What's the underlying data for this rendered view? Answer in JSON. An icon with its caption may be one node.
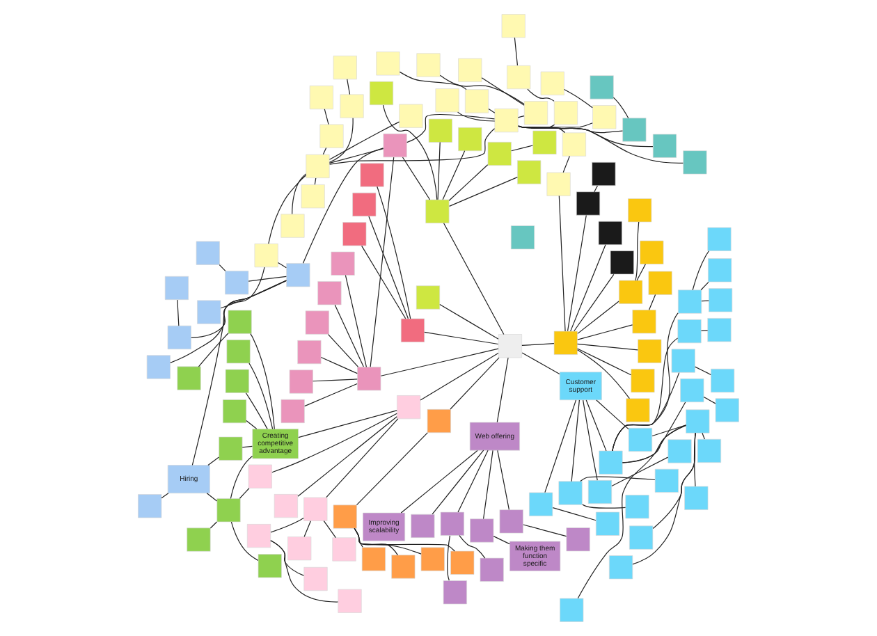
{
  "diagram": {
    "nodes": [
      {
        "text": [],
        "shape": "box"
      },
      {
        "text": [],
        "shape": "box"
      },
      {
        "text": [],
        "shape": "box"
      },
      {
        "text": [],
        "shape": "box"
      },
      {
        "text": [],
        "shape": "box"
      },
      {
        "text": [],
        "shape": "box"
      },
      {
        "text": [],
        "shape": "box"
      },
      {
        "text": [],
        "shape": "box"
      },
      {
        "text": [],
        "shape": "box"
      },
      {
        "text": [],
        "shape": "box"
      },
      {
        "text": [],
        "shape": "box"
      },
      {
        "text": [],
        "shape": "box"
      },
      {
        "text": [],
        "shape": "box"
      },
      {
        "text": [],
        "shape": "box"
      },
      {
        "text": [],
        "shape": "box"
      },
      {
        "text": [],
        "shape": "box"
      },
      {
        "text": [],
        "shape": "box"
      },
      {
        "text": [],
        "shape": "box"
      },
      {
        "text": [],
        "shape": "box"
      },
      {
        "text": [],
        "shape": "box"
      },
      {
        "text": [],
        "shape": "box"
      },
      {
        "text": [],
        "shape": "box"
      },
      {
        "text": [],
        "shape": "box"
      },
      {
        "text": [],
        "shape": "box"
      },
      {
        "text": [],
        "shape": "box"
      },
      {
        "text": [],
        "shape": "box"
      },
      {
        "text": [],
        "shape": "box"
      },
      {
        "text": [],
        "shape": "box"
      },
      {
        "text": [],
        "shape": "box"
      },
      {
        "text": [],
        "shape": "box"
      },
      {
        "text": [],
        "shape": "box"
      },
      {
        "text": [],
        "shape": "box"
      },
      {
        "text": [],
        "shape": "box"
      },
      {
        "text": [],
        "shape": "box"
      },
      {
        "text": [],
        "shape": "box"
      },
      {
        "text": [],
        "shape": "box"
      },
      {
        "text": [],
        "shape": "box"
      },
      {
        "text": [],
        "shape": "box"
      },
      {
        "text": [],
        "shape": "box"
      },
      {
        "text": [],
        "shape": "box"
      },
      {
        "text": [],
        "shape": "box"
      },
      {
        "text": [],
        "shape": "box"
      },
      {
        "text": [],
        "shape": "box"
      },
      {
        "text": [],
        "shape": "box"
      },
      {
        "text": [],
        "shape": "box"
      },
      {
        "text": [],
        "shape": "box"
      },
      {
        "text": [],
        "shape": "box"
      },
      {
        "text": [],
        "shape": "box"
      },
      {
        "text": [],
        "shape": "box"
      },
      {
        "text": [],
        "shape": "box"
      },
      {
        "text": [],
        "shape": "box"
      },
      {
        "text": [],
        "shape": "box"
      },
      {
        "text": [],
        "shape": "box"
      },
      {
        "text": [],
        "shape": "box"
      },
      {
        "text": [],
        "shape": "box"
      },
      {
        "text": [],
        "shape": "box"
      },
      {
        "text": [],
        "shape": "box"
      },
      {
        "text": [],
        "shape": "box"
      },
      {
        "text": [],
        "shape": "box"
      },
      {
        "text": [],
        "shape": "box"
      },
      {
        "text": [],
        "shape": "box"
      },
      {
        "text": [],
        "shape": "box"
      },
      {
        "text": [],
        "shape": "box"
      },
      {
        "text": [],
        "shape": "box"
      },
      {
        "text": [],
        "shape": "box"
      },
      {
        "text": [],
        "shape": "box"
      },
      {
        "text": [],
        "shape": "box"
      },
      {
        "text": [],
        "shape": "box"
      },
      {
        "text": [],
        "shape": "box"
      },
      {
        "text": [],
        "shape": "box"
      },
      {
        "text": [
          "Hiring"
        ]
      },
      {
        "text": [
          "Creating competitive advantage"
        ]
      },
      {
        "text": [],
        "shape": "box"
      },
      {
        "text": [],
        "shape": "box"
      },
      {
        "text": [],
        "shape": "box"
      },
      {
        "text": [],
        "shape": "box"
      },
      {
        "text": [],
        "shape": "box"
      },
      {
        "text": [],
        "shape": "box"
      },
      {
        "text": [],
        "shape": "box"
      },
      {
        "text": [],
        "shape": "box"
      },
      {
        "text": [],
        "shape": "box"
      },
      {
        "text": [],
        "shape": "box"
      },
      {
        "text": [],
        "shape": "box"
      },
      {
        "text": [],
        "shape": "box"
      },
      {
        "text": [],
        "shape": "box"
      },
      {
        "text": [],
        "shape": "box"
      },
      {
        "text": [],
        "shape": "box"
      },
      {
        "text": [],
        "shape": "box"
      },
      {
        "text": [],
        "shape": "box"
      },
      {
        "text": [],
        "shape": "box"
      },
      {
        "text": [],
        "shape": "box"
      },
      {
        "text": [],
        "shape": "box"
      },
      {
        "text": [],
        "shape": "box"
      },
      {
        "text": [],
        "shape": "box"
      },
      {
        "text": [],
        "shape": "box"
      },
      {
        "text": [],
        "shape": "box"
      },
      {
        "text": [
          "Web offering"
        ]
      },
      {
        "text": [
          "Improving scalability"
        ]
      },
      {
        "text": [],
        "shape": "box"
      },
      {
        "text": [],
        "shape": "box"
      },
      {
        "text": [],
        "shape": "box"
      },
      {
        "text": [],
        "shape": "box"
      },
      {
        "text": [],
        "shape": "box"
      },
      {
        "text": [],
        "shape": "box"
      },
      {
        "text": [
          "Making them function specific"
        ]
      },
      {
        "text": [],
        "shape": "box"
      },
      {
        "text": [
          "Customer support"
        ]
      },
      {
        "text": [],
        "shape": "box"
      },
      {
        "text": [],
        "shape": "box"
      },
      {
        "text": [],
        "shape": "box"
      },
      {
        "text": [],
        "shape": "box"
      },
      {
        "text": [],
        "shape": "box"
      },
      {
        "text": [],
        "shape": "box"
      },
      {
        "text": [],
        "shape": "box"
      },
      {
        "text": [],
        "shape": "box"
      },
      {
        "text": [],
        "shape": "box"
      },
      {
        "text": [],
        "shape": "box"
      },
      {
        "text": [],
        "shape": "box"
      },
      {
        "text": [],
        "shape": "box"
      },
      {
        "text": [],
        "shape": "box"
      },
      {
        "text": [],
        "shape": "box"
      },
      {
        "text": [],
        "shape": "box"
      },
      {
        "text": [],
        "shape": "box"
      },
      {
        "text": [],
        "shape": "box"
      },
      {
        "text": [],
        "shape": "box"
      },
      {
        "text": [],
        "shape": "box"
      },
      {
        "text": [],
        "shape": "box"
      },
      {
        "text": [],
        "shape": "box"
      },
      {
        "text": [],
        "shape": "box"
      },
      {
        "text": [],
        "shape": "box"
      },
      {
        "text": [],
        "shape": "box"
      },
      {
        "text": [],
        "shape": "box"
      }
    ],
    "edges": [
      {
        "from": 0,
        "to": 30,
        "arrow": "none"
      },
      {
        "from": 0,
        "to": 43,
        "arrow": "none"
      },
      {
        "from": 0,
        "to": 50,
        "arrow": "none"
      },
      {
        "from": 0,
        "to": 51,
        "arrow": "none"
      },
      {
        "from": 0,
        "to": 56,
        "arrow": "none"
      },
      {
        "from": 0,
        "to": 81,
        "arrow": "none"
      },
      {
        "from": 0,
        "to": 90,
        "arrow": "none"
      },
      {
        "from": 0,
        "to": 96,
        "arrow": "none"
      },
      {
        "from": 0,
        "to": 106,
        "arrow": "none"
      },
      {
        "from": 1,
        "to": 2,
        "arrow": "none"
      },
      {
        "from": 1,
        "to": 3,
        "arrow": "none"
      },
      {
        "from": 3,
        "to": 4,
        "arrow": "none"
      },
      {
        "from": 6,
        "to": 5,
        "arrow": "none"
      },
      {
        "from": 1,
        "to": 6,
        "arrow": "none"
      },
      {
        "from": 1,
        "to": 7,
        "arrow": "none"
      },
      {
        "from": 1,
        "to": 8,
        "arrow": "none"
      },
      {
        "from": 1,
        "to": 9,
        "arrow": "none"
      },
      {
        "from": 1,
        "to": 10,
        "arrow": "none"
      },
      {
        "from": 1,
        "to": 11,
        "arrow": "none"
      },
      {
        "from": 10,
        "to": 11,
        "arrow": "none"
      },
      {
        "from": 10,
        "to": 56,
        "arrow": "none"
      },
      {
        "from": 10,
        "to": 43,
        "arrow": "none"
      },
      {
        "from": 11,
        "to": 12,
        "arrow": "none"
      },
      {
        "from": 11,
        "to": 13,
        "arrow": "none"
      },
      {
        "from": 11,
        "to": 14,
        "arrow": "none"
      },
      {
        "from": 14,
        "to": 15,
        "arrow": "none"
      },
      {
        "from": 11,
        "to": 17,
        "arrow": "none"
      },
      {
        "from": 17,
        "to": 18,
        "arrow": "none"
      },
      {
        "from": 11,
        "to": 19,
        "arrow": "none"
      },
      {
        "from": 19,
        "to": 20,
        "arrow": "none"
      },
      {
        "from": 20,
        "to": 21,
        "arrow": "none"
      },
      {
        "from": 11,
        "to": 22,
        "arrow": "none"
      },
      {
        "from": 22,
        "to": 23,
        "arrow": "none"
      },
      {
        "from": 22,
        "to": 24,
        "arrow": "none"
      },
      {
        "from": 11,
        "to": 25,
        "arrow": "none"
      },
      {
        "from": 25,
        "to": 26,
        "arrow": "none"
      },
      {
        "from": 11,
        "to": 27,
        "arrow": "none"
      },
      {
        "from": 27,
        "to": 28,
        "arrow": "none"
      },
      {
        "from": 28,
        "to": 30,
        "arrow": "none"
      },
      {
        "from": 11,
        "to": 29,
        "arrow": "none"
      },
      {
        "from": 30,
        "to": 31,
        "arrow": "none"
      },
      {
        "from": 30,
        "to": 32,
        "arrow": "none"
      },
      {
        "from": 30,
        "to": 33,
        "arrow": "none"
      },
      {
        "from": 30,
        "to": 35,
        "arrow": "none"
      },
      {
        "from": 35,
        "to": 34,
        "arrow": "none"
      },
      {
        "from": 30,
        "to": 38,
        "arrow": "none"
      },
      {
        "from": 38,
        "to": 36,
        "arrow": "none"
      },
      {
        "from": 38,
        "to": 37,
        "arrow": "none"
      },
      {
        "from": 30,
        "to": 39,
        "arrow": "none"
      },
      {
        "from": 30,
        "to": 40,
        "arrow": "none"
      },
      {
        "from": 30,
        "to": 41,
        "arrow": "none"
      },
      {
        "from": 41,
        "to": 42,
        "arrow": "none"
      },
      {
        "from": 43,
        "to": 44,
        "arrow": "none"
      },
      {
        "from": 43,
        "to": 45,
        "arrow": "none"
      },
      {
        "from": 45,
        "to": 46,
        "arrow": "none"
      },
      {
        "from": 43,
        "to": 47,
        "arrow": "none"
      },
      {
        "from": 43,
        "to": 48,
        "arrow": "none"
      },
      {
        "from": 43,
        "to": 49,
        "arrow": "none"
      },
      {
        "from": 51,
        "to": 52,
        "arrow": "none"
      },
      {
        "from": 51,
        "to": 53,
        "arrow": "none"
      },
      {
        "from": 51,
        "to": 54,
        "arrow": "none"
      },
      {
        "from": 56,
        "to": 55,
        "arrow": "none"
      },
      {
        "from": 56,
        "to": 57,
        "arrow": "none"
      },
      {
        "from": 56,
        "to": 58,
        "arrow": "none"
      },
      {
        "from": 56,
        "to": 59,
        "arrow": "none"
      },
      {
        "from": 56,
        "to": 60,
        "arrow": "none"
      },
      {
        "from": 56,
        "to": 61,
        "arrow": "none"
      },
      {
        "from": 62,
        "to": 64,
        "arrow": "none"
      },
      {
        "from": 64,
        "to": 63,
        "arrow": "none"
      },
      {
        "from": 62,
        "to": 65,
        "arrow": "none"
      },
      {
        "from": 62,
        "to": 67,
        "arrow": "none"
      },
      {
        "from": 67,
        "to": 66,
        "arrow": "none"
      },
      {
        "from": 62,
        "to": 68,
        "arrow": "none"
      },
      {
        "from": 62,
        "to": 9,
        "arrow": "none"
      },
      {
        "from": 62,
        "to": 10,
        "arrow": "none"
      },
      {
        "from": 70,
        "to": 9,
        "arrow": "none"
      },
      {
        "from": 70,
        "to": 69,
        "arrow": "none"
      },
      {
        "from": 70,
        "to": 74,
        "arrow": "none"
      },
      {
        "from": 70,
        "to": 80,
        "arrow": "none"
      },
      {
        "from": 81,
        "to": 71,
        "arrow": "none"
      },
      {
        "from": 71,
        "to": 80,
        "arrow": "none"
      },
      {
        "from": 71,
        "to": 79,
        "arrow": "none"
      },
      {
        "from": 71,
        "to": 76,
        "arrow": "none"
      },
      {
        "from": 71,
        "to": 77,
        "arrow": "none"
      },
      {
        "from": 71,
        "to": 78,
        "arrow": "none"
      },
      {
        "from": 76,
        "to": 75,
        "arrow": "none"
      },
      {
        "from": 74,
        "to": 71,
        "arrow": "none"
      },
      {
        "from": 74,
        "to": 72,
        "arrow": "none"
      },
      {
        "from": 74,
        "to": 73,
        "arrow": "none"
      },
      {
        "from": 74,
        "to": 82,
        "arrow": "none"
      },
      {
        "from": 81,
        "to": 82,
        "arrow": "none"
      },
      {
        "from": 81,
        "to": 83,
        "arrow": "none"
      },
      {
        "from": 81,
        "to": 84,
        "arrow": "none"
      },
      {
        "from": 84,
        "to": 88,
        "arrow": "none"
      },
      {
        "from": 84,
        "to": 89,
        "arrow": "none"
      },
      {
        "from": 84,
        "to": 85,
        "arrow": "none"
      },
      {
        "from": 85,
        "to": 86,
        "arrow": "none"
      },
      {
        "from": 85,
        "to": 87,
        "arrow": "none"
      },
      {
        "from": 90,
        "to": 91,
        "arrow": "none"
      },
      {
        "from": 91,
        "to": 92,
        "arrow": "none"
      },
      {
        "from": 91,
        "to": 93,
        "arrow": "none"
      },
      {
        "from": 91,
        "to": 94,
        "arrow": "none"
      },
      {
        "from": 91,
        "to": 95,
        "arrow": "none"
      },
      {
        "from": 96,
        "to": 97,
        "arrow": "none"
      },
      {
        "from": 96,
        "to": 98,
        "arrow": "none"
      },
      {
        "from": 96,
        "to": 99,
        "arrow": "none"
      },
      {
        "from": 96,
        "to": 100,
        "arrow": "none"
      },
      {
        "from": 96,
        "to": 101,
        "arrow": "none"
      },
      {
        "from": 99,
        "to": 102,
        "arrow": "none"
      },
      {
        "from": 99,
        "to": 103,
        "arrow": "none"
      },
      {
        "from": 100,
        "to": 104,
        "arrow": "none"
      },
      {
        "from": 101,
        "to": 105,
        "arrow": "none"
      },
      {
        "from": 106,
        "to": 107,
        "arrow": "none"
      },
      {
        "from": 107,
        "to": 108,
        "arrow": "none"
      },
      {
        "from": 106,
        "to": 109,
        "arrow": "none"
      },
      {
        "from": 109,
        "to": 110,
        "arrow": "none"
      },
      {
        "from": 109,
        "to": 111,
        "arrow": "none"
      },
      {
        "from": 106,
        "to": 112,
        "arrow": "none"
      },
      {
        "from": 112,
        "to": 113,
        "arrow": "none"
      },
      {
        "from": 106,
        "to": 114,
        "arrow": "none"
      },
      {
        "from": 114,
        "to": 115,
        "arrow": "none"
      },
      {
        "from": 115,
        "to": 116,
        "arrow": "none"
      },
      {
        "from": 115,
        "to": 117,
        "arrow": "none"
      },
      {
        "from": 115,
        "to": 118,
        "arrow": "none"
      },
      {
        "from": 115,
        "to": 119,
        "arrow": "none"
      },
      {
        "from": 115,
        "to": 120,
        "arrow": "none"
      },
      {
        "from": 115,
        "to": 121,
        "arrow": "none"
      },
      {
        "from": 106,
        "to": 121,
        "arrow": "none"
      },
      {
        "from": 121,
        "to": 122,
        "arrow": "none"
      },
      {
        "from": 122,
        "to": 123,
        "arrow": "none"
      },
      {
        "from": 121,
        "to": 124,
        "arrow": "none"
      },
      {
        "from": 124,
        "to": 125,
        "arrow": "none"
      },
      {
        "from": 121,
        "to": 126,
        "arrow": "none"
      },
      {
        "from": 126,
        "to": 127,
        "arrow": "none"
      },
      {
        "from": 121,
        "to": 128,
        "arrow": "none"
      },
      {
        "from": 128,
        "to": 129,
        "arrow": "none"
      },
      {
        "from": 128,
        "to": 130,
        "arrow": "none"
      },
      {
        "from": 128,
        "to": 131,
        "arrow": "none"
      }
    ]
  }
}
